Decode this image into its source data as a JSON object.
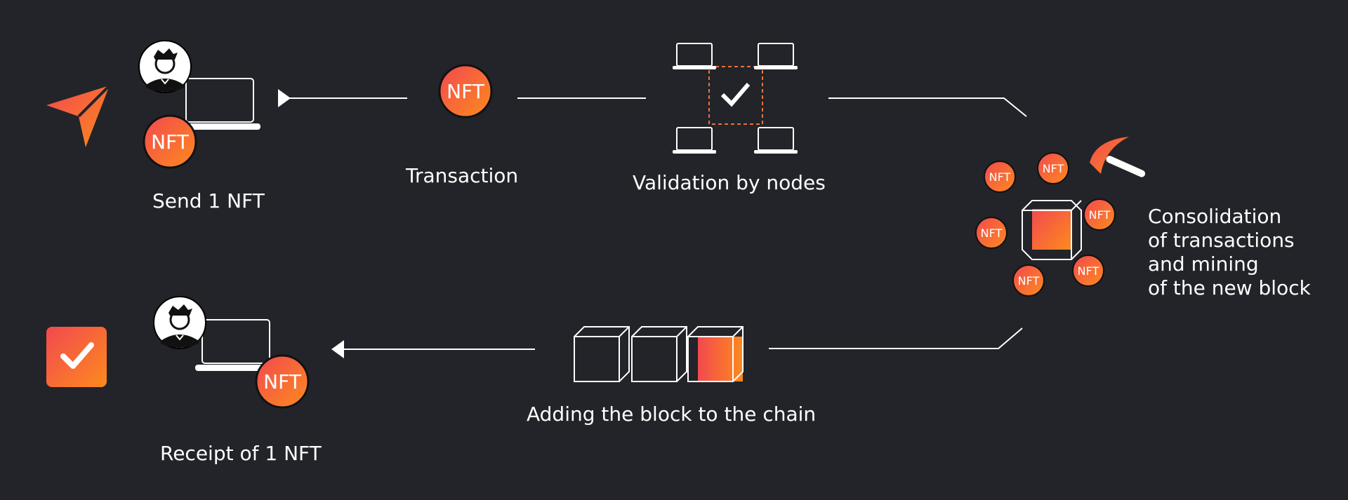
{
  "steps": {
    "send": {
      "label": "Send 1 NFT"
    },
    "transaction": {
      "label": "Transaction"
    },
    "validation": {
      "label": "Validation by nodes"
    },
    "consolidation": {
      "label": "Consolidation\nof transactions\nand mining\nof the new block"
    },
    "adding": {
      "label": "Adding the block to the chain"
    },
    "receipt": {
      "label": "Receipt of 1 NFT"
    }
  },
  "nft_badge_text": "NFT",
  "colors": {
    "background": "#222429",
    "accent_start": "#f2494f",
    "accent_end": "#fd8a1e",
    "line": "#ffffff",
    "dashed_box": "#e8733a"
  },
  "icons": [
    "send-icon",
    "user-avatar-icon",
    "laptop-icon",
    "nft-coin-icon",
    "check-icon",
    "node-laptop-icon",
    "mined-block-icon",
    "pickaxe-icon",
    "chain-block-icon",
    "arrow-head-icon"
  ]
}
